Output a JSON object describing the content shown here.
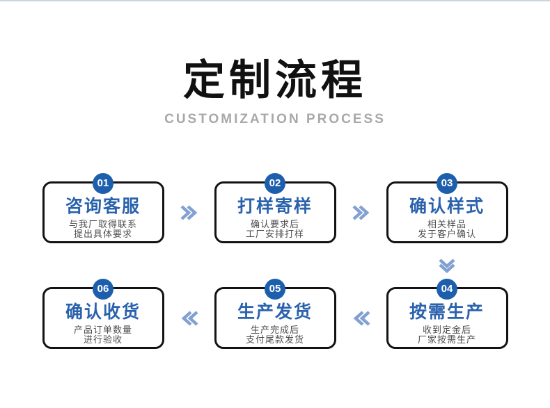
{
  "header": {
    "title": "定制流程",
    "subtitle": "CUSTOMIZATION PROCESS"
  },
  "steps": [
    {
      "number": "01",
      "title": "咨询客服",
      "lines": [
        "与我厂取得联系",
        "提出具体要求"
      ]
    },
    {
      "number": "02",
      "title": "打样寄样",
      "lines": [
        "确认要求后",
        "工厂安排打样"
      ]
    },
    {
      "number": "03",
      "title": "确认样式",
      "lines": [
        "相关样品",
        "发于客户确认"
      ]
    },
    {
      "number": "04",
      "title": "按需生产",
      "lines": [
        "收到定金后",
        "厂家按需生产"
      ]
    },
    {
      "number": "05",
      "title": "生产发货",
      "lines": [
        "生产完成后",
        "支付尾款发货"
      ]
    },
    {
      "number": "06",
      "title": "确认收货",
      "lines": [
        "产品订单数量",
        "进行验收"
      ]
    }
  ],
  "icons": {
    "forward": "double-chevron-right",
    "down": "double-chevron-down",
    "backward": "double-chevron-left"
  },
  "colors": {
    "badge_blue": "#1d5fad",
    "step_title_blue": "#2a62ac",
    "chevron_blue": "#82a1d2",
    "border_black": "#131313",
    "body_text": "#4d4d4d",
    "subtitle_gray": "#a8a8a8",
    "title_black": "#111111",
    "background": "#ffffff"
  }
}
